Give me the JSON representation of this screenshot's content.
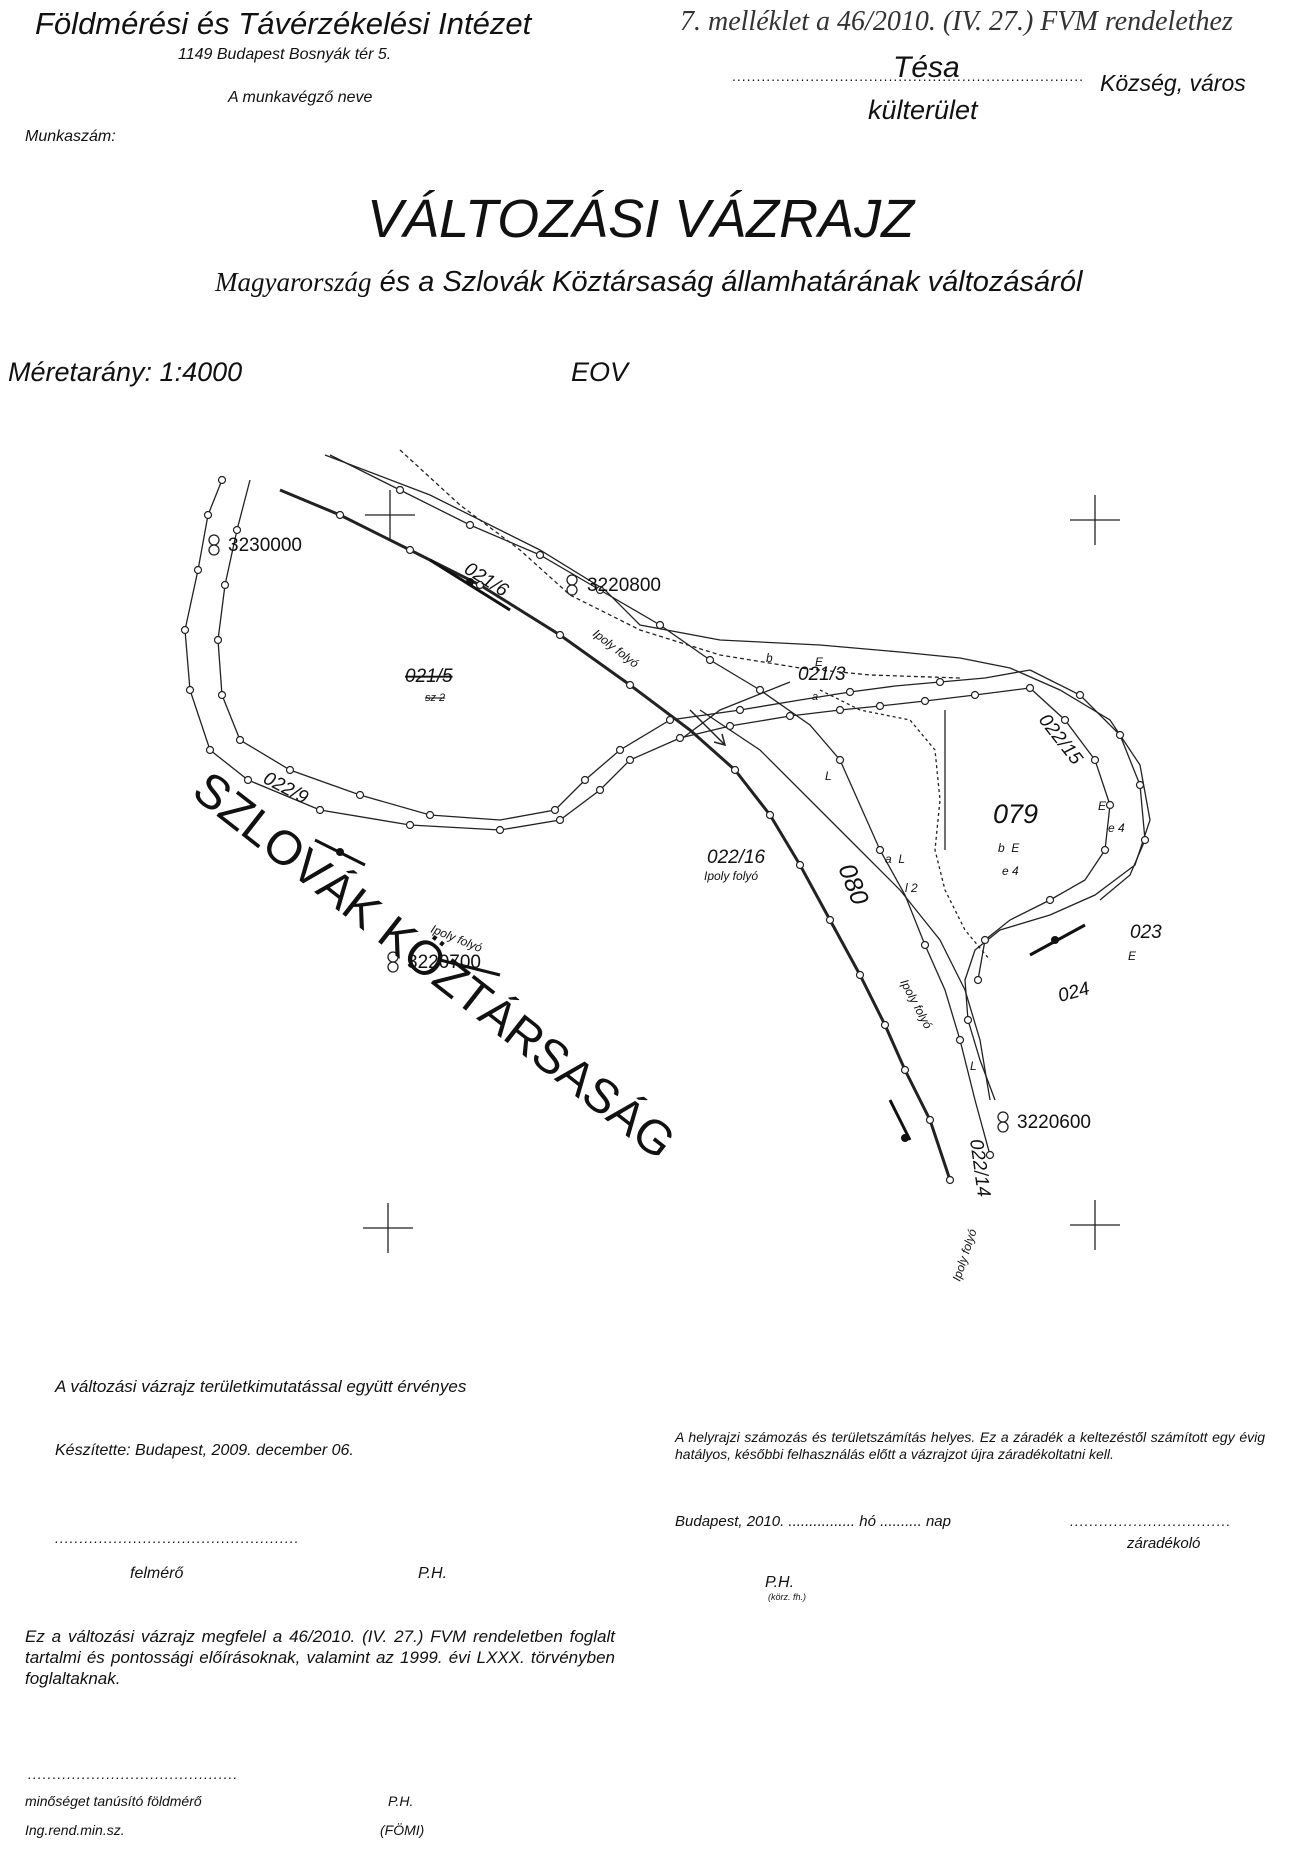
{
  "header": {
    "institution": "Földmérési és Távérzékelési Intézet",
    "address": "1149 Budapest Bosnyák tér 5.",
    "worker_label": "A munkavégző neve",
    "job_number_label": "Munkaszám:",
    "decree": "7. melléklet a 46/2010. (IV. 27.) FVM rendelethez",
    "municipality": "Tésa",
    "municipality_dots": "........................................................................",
    "municipality_type": "Község, város",
    "area": "külterület"
  },
  "title": {
    "main": "VÁLTOZÁSI VÁZRAJZ",
    "subtitle_first": "Magyarország",
    "subtitle_rest": " és a Szlovák Köztársaság államhatárának változásáról"
  },
  "scale": {
    "label": "Méretarány: 1:4000",
    "projection": "EOV"
  },
  "map": {
    "country": "SZLOVÁK KÖZTÁRSASÁG",
    "points": {
      "p1": "3230000",
      "p2": "3220800",
      "p3": "3220700",
      "p4": "3220600"
    },
    "parcels": {
      "p021_6": "021/6",
      "p021_5": "021/5",
      "p021_5_sub": "sz 2",
      "p021_3": "021/3",
      "p021_3_sub": "a",
      "p022_9": "022/9",
      "p022_16": "022/16",
      "p022_15": "022/15",
      "p079": "079",
      "p080": "080",
      "p023": "023",
      "p024": "024",
      "p022_14": "022/14"
    },
    "river_labels": {
      "r1": "Ipoly folyó",
      "r2": "Ipoly folyó",
      "r3": "Ipoly folyó",
      "r4": "Ipoly folyó",
      "r5": "Ipoly folyó"
    },
    "subdivisions": {
      "b1": "b",
      "E1": "E",
      "aL": "a  L",
      "l2": "l 2",
      "bE": "b  E",
      "e4": "e 4",
      "E2": "E",
      "e4b": "e 4",
      "L1": "L",
      "L2": "L",
      "E3": "E"
    }
  },
  "footer": {
    "validity": "A változási vázrajz területkimutatással együtt érvényes",
    "made_by": "Készítette: Budapest, 2009. december 06.",
    "dots_surveyor": "..................................................",
    "surveyor": "felmérő",
    "ph": "P.H.",
    "certification": "Ez a változási vázrajz megfelel a 46/2010. (IV. 27.) FVM rendeletben foglalt tartalmi és pontossági előírásoknak, valamint az 1999. évi LXXX. törvényben foglaltaknak.",
    "dots_quality": "...........................................",
    "quality_surveyor": "minőséget tanúsító földmérő",
    "license_no": "Ing.rend.min.sz.",
    "ph_fomi": "P.H.",
    "fomi": "(FÖMI)",
    "clause": "A helyrajzi számozás és területszámítás helyes. Ez a záradék a keltezéstől számított egy évig hatályos, későbbi felhasználás előtt a vázrajzot újra záradékoltatni kell.",
    "clause_place": "Budapest, 2010. ................ hó .......... nap",
    "clause_dots": ".................................",
    "clause_signer": "záradékoló",
    "ph_district": "P.H.",
    "district_office": "(körz. fh.)"
  }
}
